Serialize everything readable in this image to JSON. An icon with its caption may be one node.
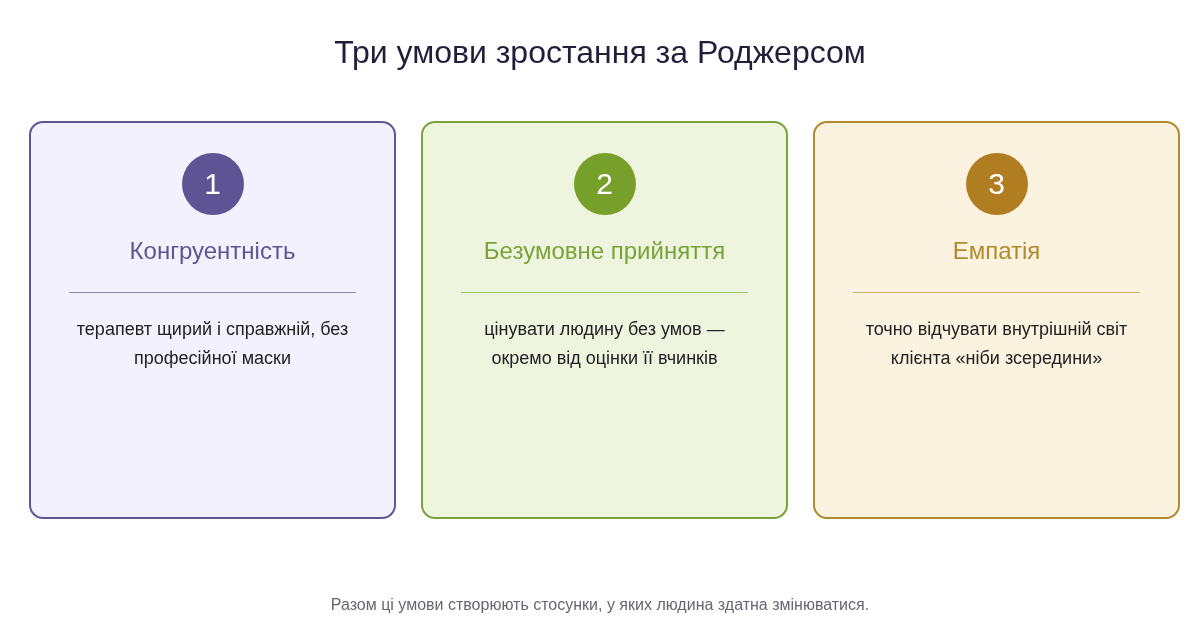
{
  "diagram": {
    "title": "Три умови зростання за Роджерсом",
    "nodes": [
      {
        "text": [
          "Конгруентність",
          "терапевт щирий і справжній, без професійної маски"
        ]
      },
      {
        "text": [
          "1"
        ],
        "in": 0
      },
      {
        "text": [
          "Безумовне прийняття",
          "цінувати людину без умов — окремо від оцінки її вчинків"
        ]
      },
      {
        "text": [
          "2"
        ],
        "in": 2
      },
      {
        "text": [
          "Емпатія",
          "точно відчувати внутрішній світ клієнта «ніби зсередини»"
        ]
      },
      {
        "text": [
          "3"
        ],
        "in": 4
      }
    ],
    "caption": "Разом ці умови створюють стосунки, у яких людина здатна змінюватися."
  }
}
